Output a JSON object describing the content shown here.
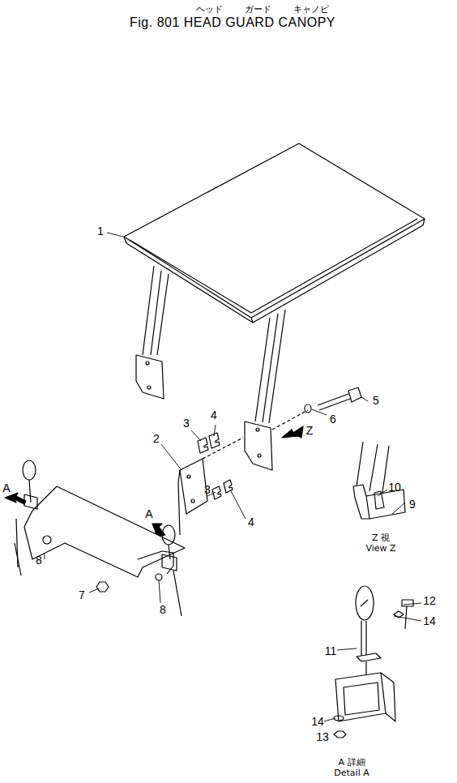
{
  "diagram": {
    "title": "Fig. 801 HEAD GUARD CANOPY",
    "labels": [
      "ヘッド",
      "ガード",
      "キャノピ",
      "1",
      "2",
      "3",
      "4",
      "5",
      "6",
      "3",
      "4",
      "7",
      "8",
      "8",
      "A",
      "A",
      "Z",
      "10",
      "9",
      "Z 視",
      "View Z",
      "12",
      "14",
      "11",
      "14",
      "13",
      "A 詳細",
      "Detail A"
    ]
  }
}
